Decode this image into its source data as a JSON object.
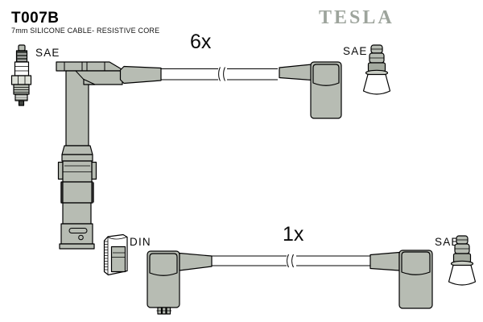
{
  "header": {
    "part_number": "T007B",
    "description": "7mm SILICONE CABLE- RESISTIVE CORE",
    "brand": "TESLA"
  },
  "labels": {
    "sae": "SAE",
    "din": "DIN"
  },
  "cables": [
    {
      "quantity_label": "6x"
    },
    {
      "quantity_label": "1x"
    }
  ],
  "icons": [
    "spark-plug-icon",
    "sae-terminal-icon",
    "din-connector-icon",
    "coil-boot",
    "plug-boot",
    "cable-break"
  ],
  "colors": {
    "background": "#ffffff",
    "outline": "#000000",
    "part_gray": "#b7bcb3",
    "part_gray_dark": "#a4aa9f",
    "flange_gray": "#c9cdc4",
    "brand_gray": "#9da49c"
  }
}
